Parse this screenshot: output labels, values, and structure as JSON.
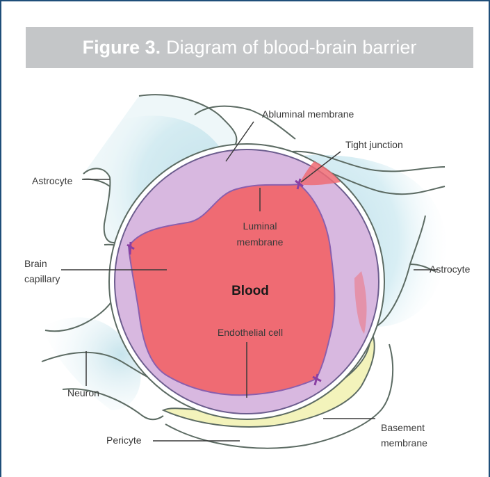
{
  "figure": {
    "number": "Figure 3.",
    "title": "Diagram of blood-brain barrier"
  },
  "labels": {
    "abluminal_membrane": "Abluminal membrane",
    "tight_junction": "Tight junction",
    "astrocyte_left": "Astrocyte",
    "astrocyte_right": "Astrocyte",
    "luminal_membrane_1": "Luminal",
    "luminal_membrane_2": "membrane",
    "brain_capillary_1": "Brain",
    "brain_capillary_2": "capillary",
    "blood": "Blood",
    "endothelial_cell": "Endothelial cell",
    "neuron": "Neuron",
    "pericyte": "Pericyte",
    "basement_membrane_1": "Basement",
    "basement_membrane_2": "membrane"
  },
  "colors": {
    "frame": "#1f4e79",
    "title_bg": "#c4c6c8",
    "blood": "#ef6b73",
    "endothelial": "#d6b5de",
    "astrocyte": "#bfe0ea",
    "pericyte": "#f2f2b8",
    "membrane_line": "#5c6b63",
    "junction": "#8a3fa3"
  }
}
